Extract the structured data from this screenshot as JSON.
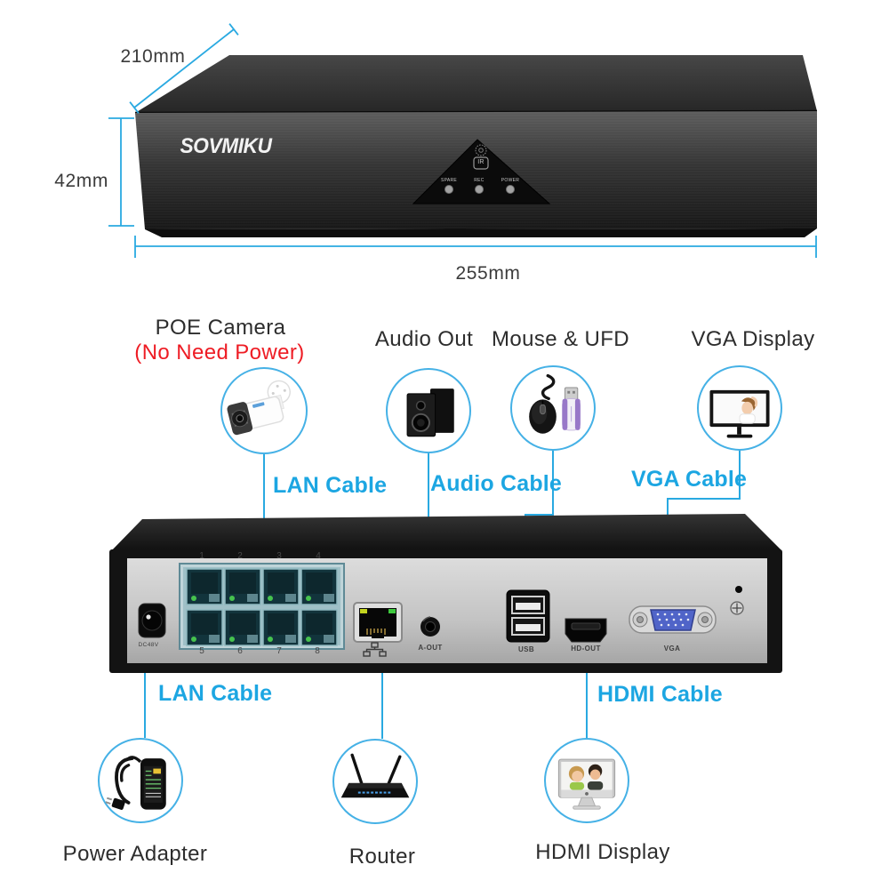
{
  "front_view": {
    "logo": "SOVMIKU",
    "dim_depth": "210mm",
    "dim_height": "42mm",
    "dim_width": "255mm",
    "ir_label": "IR",
    "indicator_labels": [
      "SPARE",
      "REC",
      "POWER"
    ]
  },
  "peripherals_top": {
    "camera_label": "POE Camera",
    "camera_note": "(No Need Power)",
    "audio_label": "Audio Out",
    "mouse_label": "Mouse & UFD",
    "vga_label": "VGA Display"
  },
  "cable_labels": {
    "lan_top": "LAN Cable",
    "audio": "Audio Cable",
    "vga": "VGA Cable",
    "lan_bottom": "LAN Cable",
    "hdmi": "HDMI Cable"
  },
  "rear_view": {
    "dc_label": "DC48V",
    "poe_port_numbers": [
      "1",
      "2",
      "3",
      "4",
      "5",
      "6",
      "7",
      "8"
    ],
    "audio_out_label": "A-OUT",
    "usb_label": "USB",
    "hdmi_label": "HD-OUT",
    "vga_label": "VGA"
  },
  "peripherals_bottom": {
    "power_label": "Power Adapter",
    "router_label": "Router",
    "display_label": "HDMI Display"
  },
  "colors": {
    "accent_blue": "#29a9e1",
    "warning_red": "#ee1c24"
  }
}
